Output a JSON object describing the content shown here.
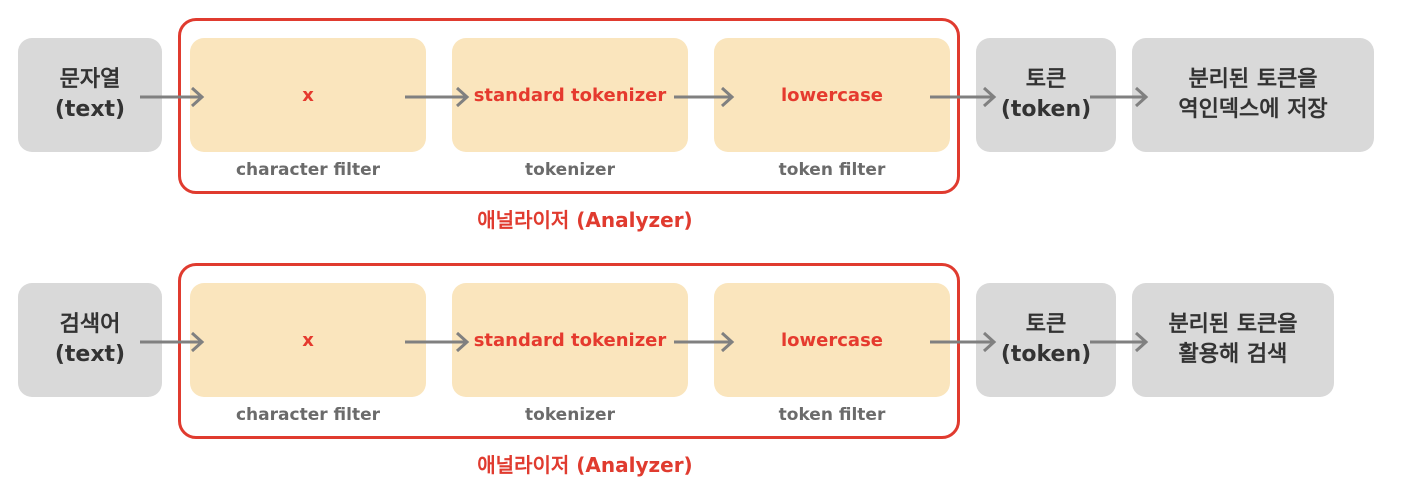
{
  "colors": {
    "gray_box": "#d9d9d9",
    "stage_box": "#fae5bd",
    "stage_text": "#e53a2e",
    "analyzer_border": "#e03b2f",
    "arrow": "#808080",
    "stage_caption": "#6b6b6b"
  },
  "rows": [
    {
      "input": "문자열\n(text)",
      "stages": [
        {
          "value": "x",
          "caption": "character filter"
        },
        {
          "value": "standard tokenizer",
          "caption": "tokenizer"
        },
        {
          "value": "lowercase",
          "caption": "token filter"
        }
      ],
      "analyzer_label": "애널라이저 (Analyzer)",
      "token": "토큰\n(token)",
      "result": "분리된 토큰을\n역인덱스에 저장"
    },
    {
      "input": "검색어\n(text)",
      "stages": [
        {
          "value": "x",
          "caption": "character filter"
        },
        {
          "value": "standard tokenizer",
          "caption": "tokenizer"
        },
        {
          "value": "lowercase",
          "caption": "token filter"
        }
      ],
      "analyzer_label": "애널라이저 (Analyzer)",
      "token": "토큰\n(token)",
      "result": "분리된 토큰을\n활용해 검색"
    }
  ]
}
